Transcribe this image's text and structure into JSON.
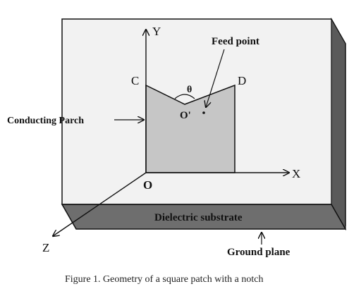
{
  "colors": {
    "background": "#ffffff",
    "substrate_top": "#f2f2f2",
    "substrate_front": "#6e6e6e",
    "substrate_side": "#5a5a5a",
    "patch": "#c6c6c6",
    "line": "#111111"
  },
  "labels": {
    "y_axis": "Y",
    "x_axis": "X",
    "z_axis": "Z",
    "origin": "O",
    "corner_c": "C",
    "corner_d": "D",
    "notch_point": "O'",
    "angle": "θ",
    "feed_point": "Feed point",
    "conducting_parch": "Conducting Parch",
    "dielectric_substrate": "Dielectric substrate",
    "ground_plane": "Ground plane"
  },
  "caption": "Figure 1. Geometry of a square patch with a notch"
}
